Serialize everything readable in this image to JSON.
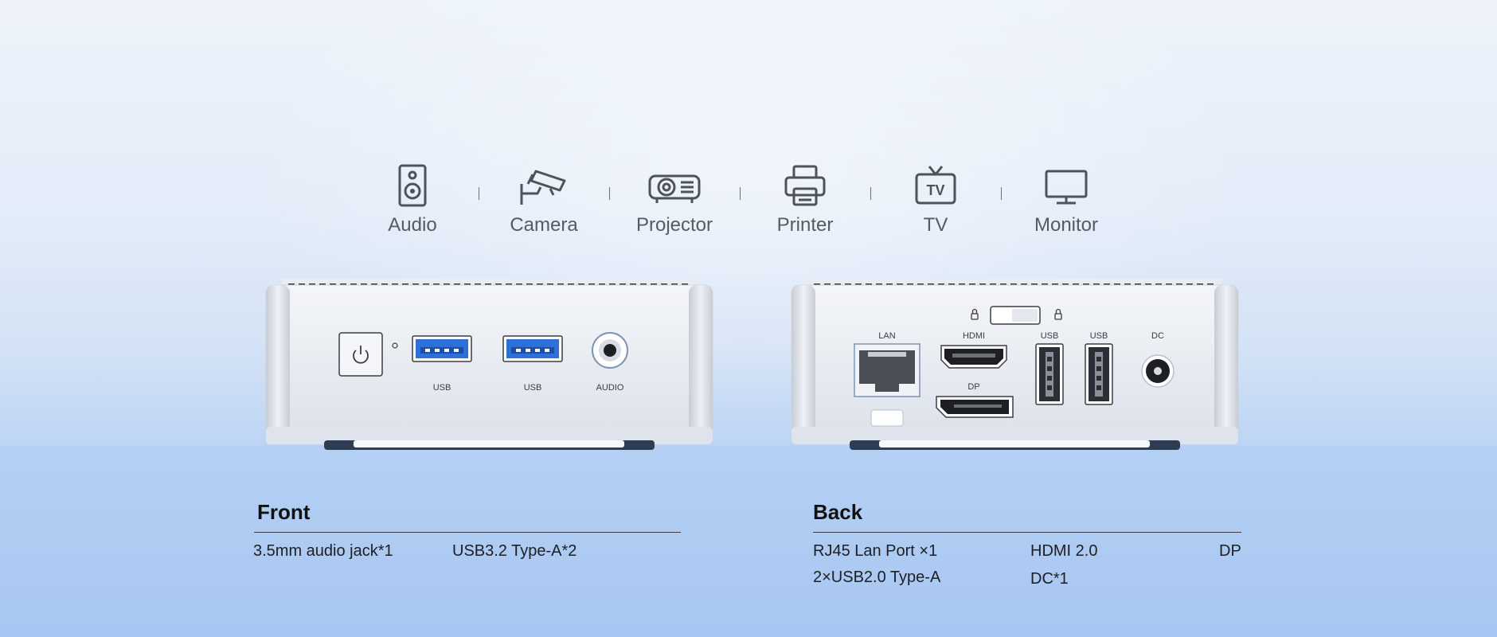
{
  "devices": [
    {
      "label": "Audio",
      "icon": "speaker-icon"
    },
    {
      "label": "Camera",
      "icon": "security-camera-icon"
    },
    {
      "label": "Projector",
      "icon": "projector-icon"
    },
    {
      "label": "Printer",
      "icon": "printer-icon"
    },
    {
      "label": "TV",
      "icon": "tv-icon",
      "glyph": "TV"
    },
    {
      "label": "Monitor",
      "icon": "monitor-icon"
    }
  ],
  "front_ports": {
    "usb1": "USB",
    "usb2": "USB",
    "audio": "AUDIO"
  },
  "back_ports": {
    "lan": "LAN",
    "hdmi": "HDMI",
    "dp": "DP",
    "usb1": "USB",
    "usb2": "USB",
    "dc": "DC"
  },
  "front": {
    "title": "Front",
    "items": [
      "3.5mm audio jack*1",
      "USB3.2 Type-A*2"
    ]
  },
  "back": {
    "title": "Back",
    "items": [
      "RJ45 Lan Port ×1",
      "HDMI 2.0",
      "DP",
      "2×USB2.0 Type-A",
      "DC*1"
    ]
  },
  "colors": {
    "usb3": "#2f6fd8",
    "text": "#1d1f24",
    "icon": "#4e525a"
  }
}
